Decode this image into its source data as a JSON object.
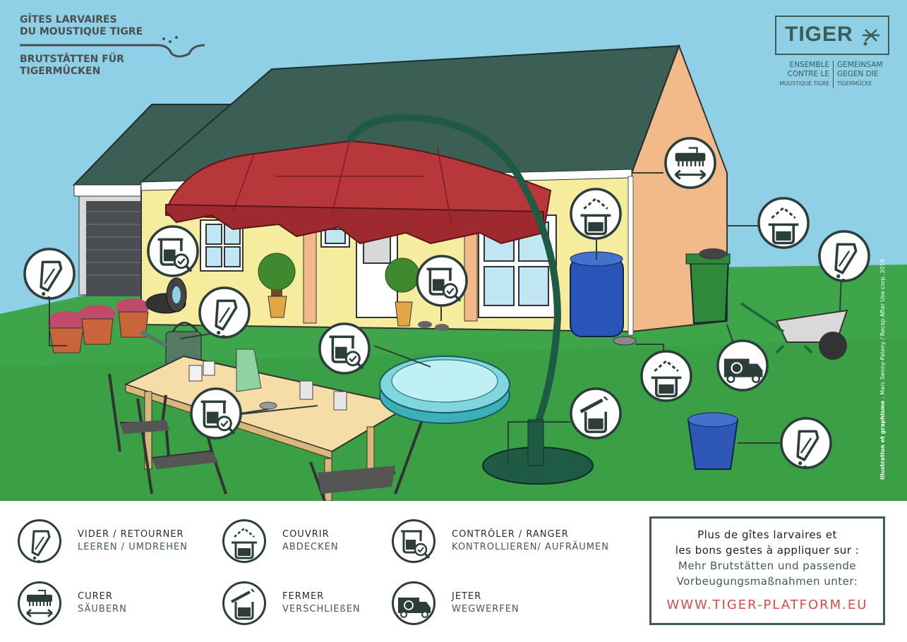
{
  "header": {
    "title_fr_line1": "GÎTES LARVAIRES",
    "title_fr_line2": "DU MOUSTIQUE TIGRE",
    "title_de_line1": "BRUTSTÄTTEN FÜR",
    "title_de_line2": "TIGERMÜCKEN"
  },
  "logo": {
    "wordmark": "TIGER",
    "fr_line1": "ENSEMBLE",
    "fr_line2": "CONTRE LE",
    "fr_line3": "MOUSTIQUE TIGRE",
    "de_line1": "GEMEINSAM",
    "de_line2": "GEGEN DIE",
    "de_line3": "TIGERMÜCKE"
  },
  "credit": {
    "bold": "Illustration et graphisme",
    "rest": " : Marc Senny-Palany / Recap After Use corp. 2019"
  },
  "legend": [
    {
      "icon": "empty-icon",
      "fr": "VIDER / RETOURNER",
      "de": "LEEREN / UMDREHEN"
    },
    {
      "icon": "cover-icon",
      "fr": "COUVRIR",
      "de": "ABDECKEN"
    },
    {
      "icon": "inspect-icon",
      "fr": "CONTRÔLER / RANGER",
      "de": "KONTROLLIEREN/ AUFRÄUMEN"
    },
    {
      "icon": "clean-icon",
      "fr": "CURER",
      "de": "SÄUBERN"
    },
    {
      "icon": "close-icon",
      "fr": "FERMER",
      "de": "VERSCHLIEßEN"
    },
    {
      "icon": "discard-icon",
      "fr": "JETER",
      "de": "WEGWERFEN"
    }
  ],
  "info": {
    "fr_line1": "Plus de gîtes larvaires et",
    "fr_line2": "les bons gestes à appliquer sur :",
    "de_line1": "Mehr Brutstätten und passende",
    "de_line2": "Vorbeugungsmaßnahmen unter:",
    "url": "WWW.TIGER-PLATFORM.EU"
  },
  "colors": {
    "sky": "#8fd0e6",
    "grass": "#3fa54a",
    "roof": "#3b5e55",
    "wall": "#f6ec9e",
    "parasol": "#b7373b",
    "accent_dark": "#3e5b55",
    "url_red": "#d94a4a"
  }
}
